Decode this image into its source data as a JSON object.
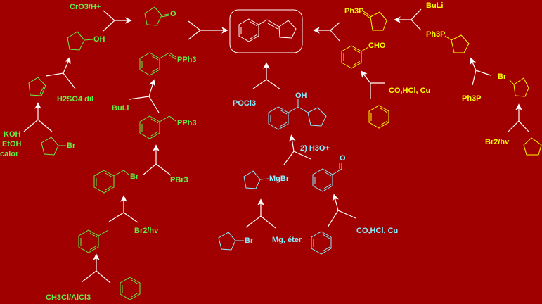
{
  "title": "Retrosynthesis of benzylidenecyclopentane",
  "colors": {
    "background": "#a00000",
    "green_route": "#66ee44",
    "cyan_route": "#88eeff",
    "yellow_route": "#ffff00",
    "arrows": "#ffffff"
  },
  "target": {
    "name": "benzylidenecyclopentane"
  },
  "green_route": {
    "reagents": {
      "cro3": "CrO3/H+",
      "h2so4": "H2SO4 dil",
      "koh": "KOH",
      "etoh": "EtOH",
      "calor": "calor",
      "buli": "BuLi",
      "pbr3": "PBr3",
      "br2hv": "Br2/hv",
      "ch3cl": "CH3Cl/AlCl3"
    },
    "labels": {
      "oh": "OH",
      "o": "O",
      "br": "Br",
      "br2": "Br",
      "pph3_ylide": "PPh3",
      "pph3_salt": "PPh3"
    }
  },
  "cyan_route": {
    "reagents": {
      "pocl3": "POCl3",
      "h3o": "2) H3O+",
      "mg": "Mg, éter",
      "co": "CO,HCl, Cu"
    },
    "labels": {
      "oh": "OH",
      "mgbr": "MgBr",
      "o": "O",
      "br": "Br"
    }
  },
  "yellow_route": {
    "reagents": {
      "buli": "BuLi",
      "co": "CO,HCl, Cu",
      "ph3p": "Ph3P",
      "br2hv": "Br2/hv"
    },
    "labels": {
      "ph3p_ylide": "Ph3P",
      "ph3p_salt": "Ph3P",
      "cho": "CHO",
      "br": "Br"
    }
  }
}
